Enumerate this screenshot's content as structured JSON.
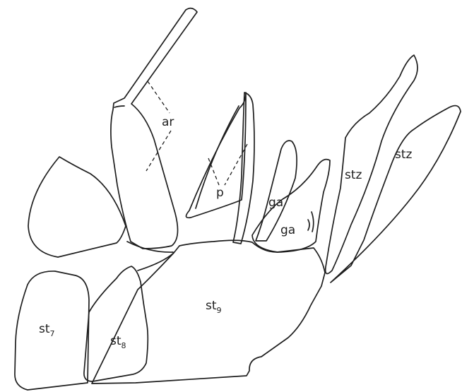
{
  "labels": {
    "ar": "ar",
    "p": "p",
    "ga_upper": "ga",
    "ga_lower": "ga",
    "stz_left": "stz",
    "stz_right": "stz",
    "st7": {
      "base": "st",
      "sub": "7"
    },
    "st8": {
      "base": "st",
      "sub": "8"
    },
    "st9": {
      "base": "st",
      "sub": "9"
    }
  },
  "colors": {
    "ink": "#1e1e1e",
    "paper": "#ffffff"
  }
}
